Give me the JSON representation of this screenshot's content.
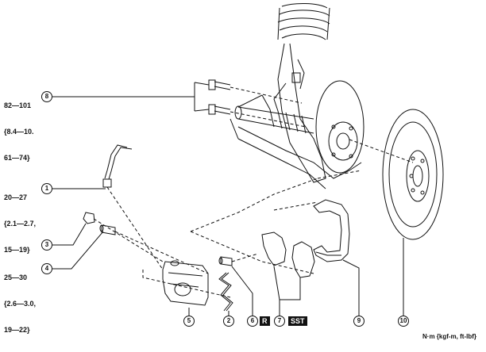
{
  "torque_specs": {
    "t8": {
      "line1": "82—101",
      "line2": "{8.4—10.",
      "line3": "61—74}"
    },
    "t1": {
      "line1": "20—27",
      "line2": "{2.1—2.7,",
      "line3": "15—19}"
    },
    "t4": {
      "line1": "25—30",
      "line2": "{2.6—3.0,",
      "line3": "19—22}"
    }
  },
  "callouts": {
    "c1": "1",
    "c2": "2",
    "c3": "3",
    "c4": "4",
    "c5": "5",
    "c6": "6",
    "c7": "7",
    "c8": "8",
    "c9": "9",
    "c10": "10"
  },
  "tags": {
    "r": "R",
    "sst": "SST"
  },
  "units": "N·m {kgf-m, ft-lbf}"
}
